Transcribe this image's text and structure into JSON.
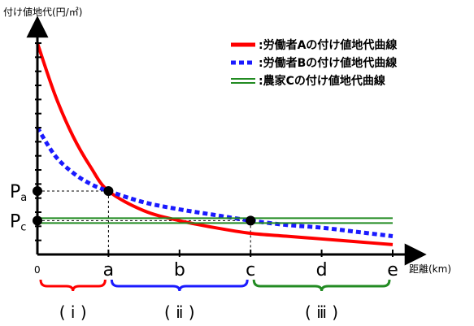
{
  "chart_data": {
    "type": "line",
    "ylabel": "付け値地代(円/㎡)",
    "xlabel": "距離(km)",
    "origin_label": "0",
    "x_ticks": [
      "a",
      "b",
      "c",
      "d",
      "e"
    ],
    "y_tick_labels": [
      {
        "main": "P",
        "sub": "a",
        "value": 4.5
      },
      {
        "main": "P",
        "sub": "c",
        "value": 2.4
      }
    ],
    "xlim": [
      0,
      5.4
    ],
    "ylim": [
      0,
      16
    ],
    "y_tick_count": 16,
    "series": [
      {
        "name": ":労働者Aの付け値地代曲線",
        "color": "#ff0000",
        "style": "solid",
        "x": [
          0,
          0.25,
          0.5,
          0.75,
          1.0,
          1.5,
          2.0,
          2.5,
          3.0,
          3.5,
          4.0,
          4.5,
          5.0
        ],
        "y": [
          15.0,
          11.3,
          8.4,
          6.2,
          4.5,
          3.1,
          2.4,
          1.9,
          1.5,
          1.3,
          1.1,
          0.9,
          0.7
        ]
      },
      {
        "name": ":労働者Bの付け値地代曲線",
        "color": "#1a1aff",
        "style": "dotted",
        "x": [
          0,
          0.25,
          0.5,
          0.75,
          1.0,
          1.5,
          2.0,
          2.5,
          3.0,
          3.5,
          4.0,
          4.5,
          5.0
        ],
        "y": [
          9.0,
          7.0,
          5.8,
          5.0,
          4.5,
          3.7,
          3.2,
          2.8,
          2.4,
          2.1,
          1.9,
          1.6,
          1.3
        ]
      },
      {
        "name": ":農家Cの付け値地代曲線",
        "color": "#228b22",
        "style": "double",
        "x": [
          0,
          5.0
        ],
        "y": [
          2.4,
          2.4
        ]
      }
    ],
    "points": [
      {
        "x": 0,
        "y": 4.5
      },
      {
        "x": 1.0,
        "y": 4.5
      },
      {
        "x": 0,
        "y": 2.4
      },
      {
        "x": 3.0,
        "y": 2.4
      }
    ],
    "regions": [
      {
        "label": "( ⅰ )",
        "from": 0,
        "to": 1.0,
        "color": "#ff0000"
      },
      {
        "label": "( ⅱ )",
        "from": 1.0,
        "to": 3.0,
        "color": "#1a1aff"
      },
      {
        "label": "( ⅲ )",
        "from": 3.0,
        "to": 5.0,
        "color": "#228b22"
      }
    ],
    "grid": false,
    "legend_position": "top-right"
  }
}
